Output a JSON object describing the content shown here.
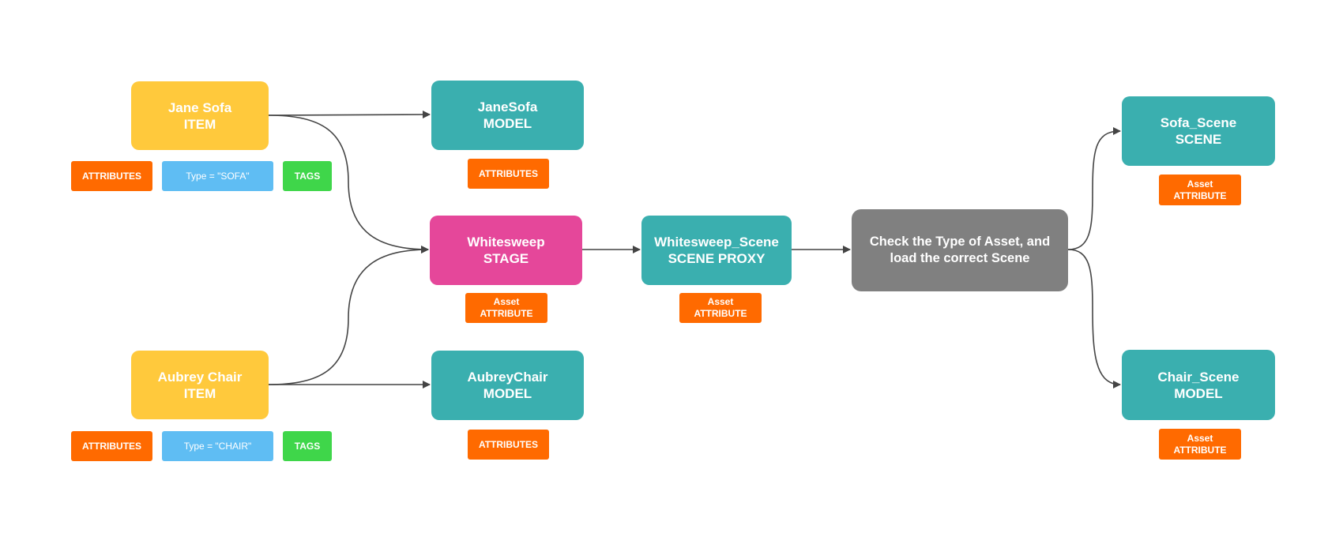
{
  "colors": {
    "item": "#ffc93c",
    "model": "#3aafaf",
    "stage": "#e5479a",
    "decision": "#808080",
    "attribute": "#ff6a00",
    "type": "#5fbdf3",
    "tags": "#3fd64a",
    "edge": "#444444"
  },
  "nodes": {
    "jane_sofa": {
      "name": "Jane Sofa",
      "kind": "ITEM"
    },
    "aubrey_chair": {
      "name": "Aubrey Chair",
      "kind": "ITEM"
    },
    "jane_sofa_model": {
      "name": "JaneSofa",
      "kind": "MODEL"
    },
    "aubrey_chair_model": {
      "name": "AubreyChair",
      "kind": "MODEL"
    },
    "whitesweep_stage": {
      "name": "Whitesweep",
      "kind": "STAGE"
    },
    "whitesweep_scene": {
      "name": "Whitesweep_Scene",
      "kind": "SCENE PROXY"
    },
    "decision": {
      "line1": "Check the Type of Asset, and",
      "line2": "load the correct Scene"
    },
    "sofa_scene": {
      "name": "Sofa_Scene",
      "kind": "SCENE"
    },
    "chair_scene": {
      "name": "Chair_Scene",
      "kind": "MODEL"
    }
  },
  "tags": {
    "attributes_label": "ATTRIBUTES",
    "tags_label": "TAGS",
    "sofa_type": "Type = \"SOFA\"",
    "chair_type": "Type = \"CHAIR\"",
    "asset_line1": "Asset",
    "asset_line2": "ATTRIBUTE"
  }
}
